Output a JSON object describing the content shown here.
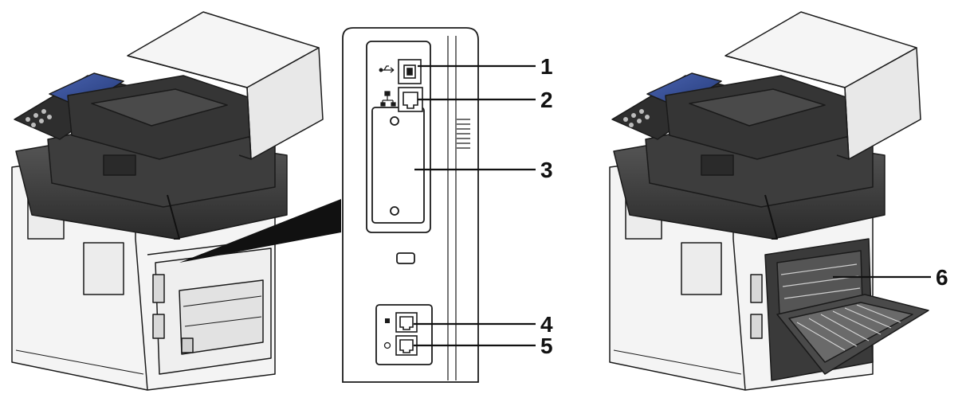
{
  "callouts": {
    "c1": "1",
    "c2": "2",
    "c3": "3",
    "c4": "4",
    "c5": "5",
    "c6": "6"
  },
  "icons": [
    "usb-icon",
    "network-icon",
    "fax-line-icon",
    "phone-line-icon"
  ],
  "colors": {
    "outline": "#1a1a1a",
    "body_light": "#f2f2f2",
    "body_dark": "#3a3a3a",
    "body_mid": "#7a7a7a",
    "screen": "#334a8a"
  }
}
